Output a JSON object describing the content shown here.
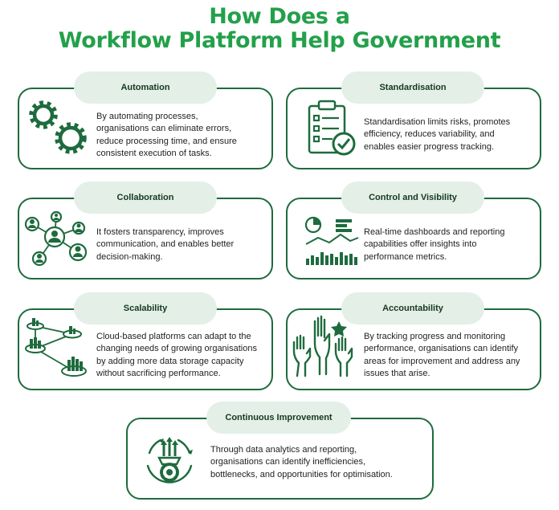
{
  "title_line1": "How Does a",
  "title_line2": "Workflow Platform Help Government",
  "colors": {
    "title_green": "#23a04a",
    "dark_green": "#1e6b3e",
    "pill_bg": "#e3efe7"
  },
  "cards": [
    {
      "heading": "Automation",
      "icon": "gears-icon",
      "text": [
        "By automating processes,",
        "organisations can eliminate errors,",
        "reduce processing time, and ensure",
        "consistent execution of tasks."
      ]
    },
    {
      "heading": "Standardisation",
      "icon": "clipboard-check-icon",
      "text": [
        "Standardisation limits risks, promotes",
        "efficiency, reduces variability, and",
        "enables easier progress tracking."
      ]
    },
    {
      "heading": "Collaboration",
      "icon": "people-network-icon",
      "text": [
        "It fosters transparency, improves",
        "communication, and enables better",
        "decision-making."
      ]
    },
    {
      "heading": "Control and Visibility",
      "icon": "dashboard-icon",
      "text": [
        "Real-time dashboards and reporting",
        "capabilities offer insights into",
        "performance metrics."
      ]
    },
    {
      "heading": "Scalability",
      "icon": "scaling-charts-icon",
      "text": [
        "Cloud-based platforms can adapt to the",
        "changing needs of growing organisations",
        "by adding more data storage capacity",
        "without sacrificing performance."
      ]
    },
    {
      "heading": "Accountability",
      "icon": "raised-hands-star-icon",
      "text": [
        "By tracking progress and monitoring",
        "performance, organisations can identify",
        "areas for improvement and address any",
        "issues that arise."
      ]
    },
    {
      "heading": "Continuous Improvement",
      "icon": "improvement-cycle-icon",
      "text": [
        "Through data analytics and reporting,",
        "organisations can identify inefficiencies,",
        "bottlenecks, and opportunities for optimisation."
      ]
    }
  ]
}
